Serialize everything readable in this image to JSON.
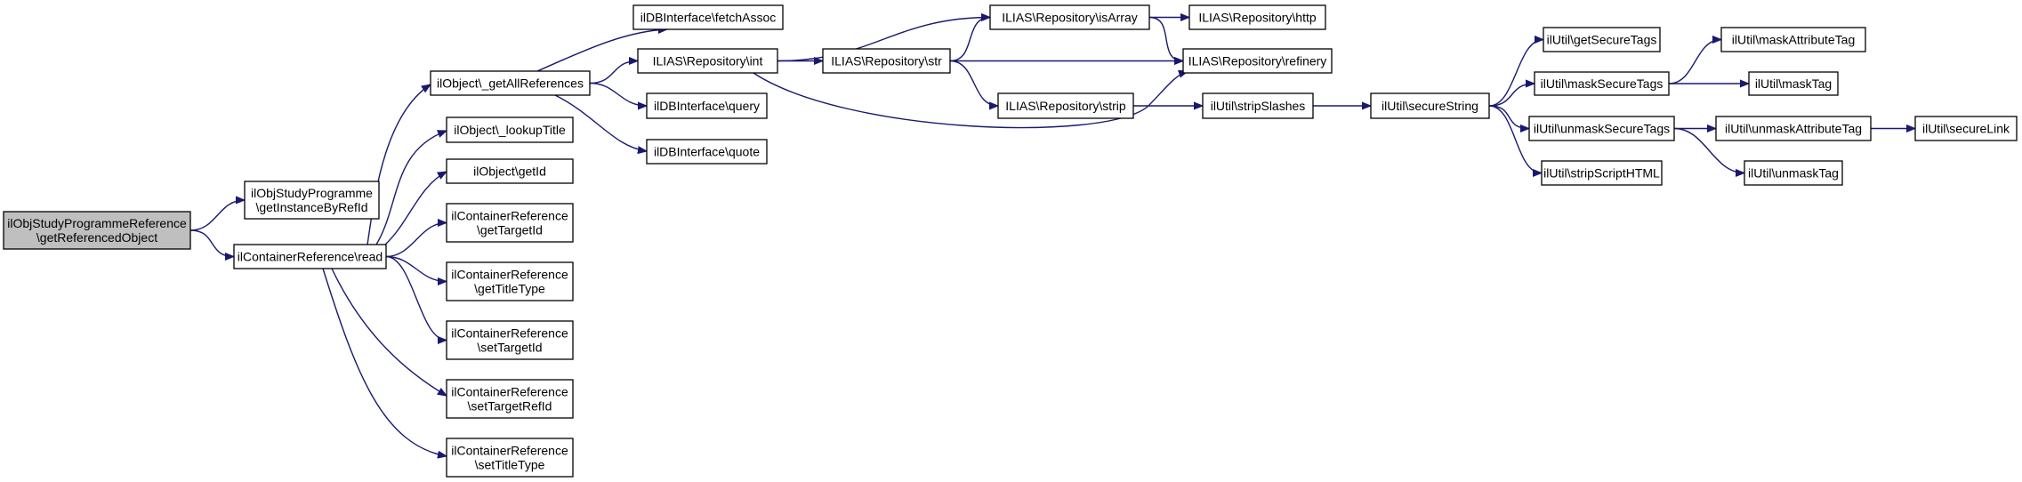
{
  "graph": {
    "colors": {
      "edge": "#191970",
      "node_fill": "#ffffff",
      "root_fill": "#bfbfbf",
      "border": "#000000"
    },
    "nodes": [
      {
        "id": "root",
        "lines": [
          "ilObjStudyProgrammeReference",
          "\\getReferencedObject"
        ],
        "root": true
      },
      {
        "id": "getInstance",
        "lines": [
          "ilObjStudyProgramme",
          "\\getInstanceByRefId"
        ]
      },
      {
        "id": "read",
        "lines": [
          "ilContainerReference\\read"
        ]
      },
      {
        "id": "getAllRefs",
        "lines": [
          "ilObject\\_getAllReferences"
        ]
      },
      {
        "id": "lookupTitle",
        "lines": [
          "ilObject\\_lookupTitle"
        ]
      },
      {
        "id": "getId",
        "lines": [
          "ilObject\\getId"
        ]
      },
      {
        "id": "getTargetId",
        "lines": [
          "ilContainerReference",
          "\\getTargetId"
        ]
      },
      {
        "id": "getTitleType",
        "lines": [
          "ilContainerReference",
          "\\getTitleType"
        ]
      },
      {
        "id": "setTargetId",
        "lines": [
          "ilContainerReference",
          "\\setTargetId"
        ]
      },
      {
        "id": "setTargetRefId",
        "lines": [
          "ilContainerReference",
          "\\setTargetRefId"
        ]
      },
      {
        "id": "setTitleType",
        "lines": [
          "ilContainerReference",
          "\\setTitleType"
        ]
      },
      {
        "id": "fetchAssoc",
        "lines": [
          "ilDBInterface\\fetchAssoc"
        ]
      },
      {
        "id": "repoInt",
        "lines": [
          "ILIAS\\Repository\\int"
        ]
      },
      {
        "id": "query",
        "lines": [
          "ilDBInterface\\query"
        ]
      },
      {
        "id": "quote",
        "lines": [
          "ilDBInterface\\quote"
        ]
      },
      {
        "id": "repoStr",
        "lines": [
          "ILIAS\\Repository\\str"
        ]
      },
      {
        "id": "isArray",
        "lines": [
          "ILIAS\\Repository\\isArray"
        ]
      },
      {
        "id": "strip",
        "lines": [
          "ILIAS\\Repository\\strip"
        ]
      },
      {
        "id": "http",
        "lines": [
          "ILIAS\\Repository\\http"
        ]
      },
      {
        "id": "refinery",
        "lines": [
          "ILIAS\\Repository\\refinery"
        ]
      },
      {
        "id": "stripSlashes",
        "lines": [
          "ilUtil\\stripSlashes"
        ]
      },
      {
        "id": "secureString",
        "lines": [
          "ilUtil\\secureString"
        ]
      },
      {
        "id": "getSecureTags",
        "lines": [
          "ilUtil\\getSecureTags"
        ]
      },
      {
        "id": "maskSecureTags",
        "lines": [
          "ilUtil\\maskSecureTags"
        ]
      },
      {
        "id": "unmaskSecureTags",
        "lines": [
          "ilUtil\\unmaskSecureTags"
        ]
      },
      {
        "id": "stripScriptHTML",
        "lines": [
          "ilUtil\\stripScriptHTML"
        ]
      },
      {
        "id": "maskAttributeTag",
        "lines": [
          "ilUtil\\maskAttributeTag"
        ]
      },
      {
        "id": "maskTag",
        "lines": [
          "ilUtil\\maskTag"
        ]
      },
      {
        "id": "unmaskAttributeTag",
        "lines": [
          "ilUtil\\unmaskAttributeTag"
        ]
      },
      {
        "id": "unmaskTag",
        "lines": [
          "ilUtil\\unmaskTag"
        ]
      },
      {
        "id": "secureLink",
        "lines": [
          "ilUtil\\secureLink"
        ]
      }
    ],
    "edges": [
      {
        "from": "root",
        "to": "getInstance"
      },
      {
        "from": "root",
        "to": "read"
      },
      {
        "from": "read",
        "to": "getAllRefs"
      },
      {
        "from": "read",
        "to": "lookupTitle"
      },
      {
        "from": "read",
        "to": "getId"
      },
      {
        "from": "read",
        "to": "getTargetId"
      },
      {
        "from": "read",
        "to": "getTitleType"
      },
      {
        "from": "read",
        "to": "setTargetId"
      },
      {
        "from": "read",
        "to": "setTargetRefId"
      },
      {
        "from": "read",
        "to": "setTitleType"
      },
      {
        "from": "getAllRefs",
        "to": "fetchAssoc"
      },
      {
        "from": "getAllRefs",
        "to": "repoInt"
      },
      {
        "from": "getAllRefs",
        "to": "query"
      },
      {
        "from": "getAllRefs",
        "to": "quote"
      },
      {
        "from": "repoInt",
        "to": "isArray"
      },
      {
        "from": "repoInt",
        "to": "repoStr"
      },
      {
        "from": "repoInt",
        "to": "refinery"
      },
      {
        "from": "repoStr",
        "to": "isArray"
      },
      {
        "from": "repoStr",
        "to": "refinery"
      },
      {
        "from": "repoStr",
        "to": "strip"
      },
      {
        "from": "isArray",
        "to": "http"
      },
      {
        "from": "isArray",
        "to": "refinery"
      },
      {
        "from": "strip",
        "to": "stripSlashes"
      },
      {
        "from": "stripSlashes",
        "to": "secureString"
      },
      {
        "from": "secureString",
        "to": "getSecureTags"
      },
      {
        "from": "secureString",
        "to": "maskSecureTags"
      },
      {
        "from": "secureString",
        "to": "unmaskSecureTags"
      },
      {
        "from": "secureString",
        "to": "stripScriptHTML"
      },
      {
        "from": "maskSecureTags",
        "to": "maskAttributeTag"
      },
      {
        "from": "maskSecureTags",
        "to": "maskTag"
      },
      {
        "from": "unmaskSecureTags",
        "to": "unmaskAttributeTag"
      },
      {
        "from": "unmaskSecureTags",
        "to": "unmaskTag"
      },
      {
        "from": "unmaskAttributeTag",
        "to": "secureLink"
      }
    ]
  }
}
